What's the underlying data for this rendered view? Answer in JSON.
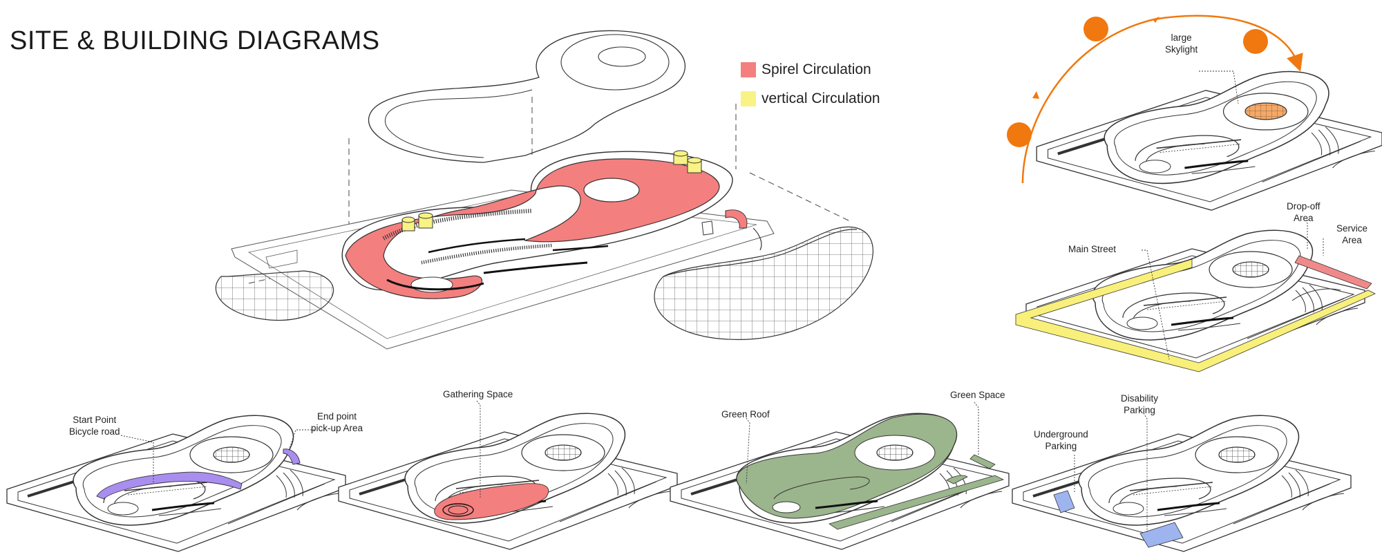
{
  "title": "SITE & BUILDING DIAGRAMS",
  "legend": [
    {
      "label": "Spirel Circulation",
      "color": "#f47f7f"
    },
    {
      "label": "vertical Circulation",
      "color": "#f8f384"
    }
  ],
  "colors": {
    "spiral": "#f47f7f",
    "vertical": "#f8f384",
    "sun": "#f0780f",
    "skylight": "#f5a866",
    "street": "#f8f07a",
    "service": "#f08a8a",
    "bicycle": "#a98ef0",
    "green": "#9bb58d",
    "parking": "#9db4ef",
    "line": "#333333"
  },
  "labels": {
    "skylight": [
      "large",
      "Skylight"
    ],
    "dropoff": [
      "Drop-off",
      "Area"
    ],
    "service": [
      "Service",
      "Area"
    ],
    "main_street": [
      "Main Street"
    ],
    "start_point": [
      "Start Point",
      "Bicycle road"
    ],
    "end_point": [
      "End point",
      "pick-up Area"
    ],
    "gathering": [
      "Gathering Space"
    ],
    "green_roof": [
      "Green Roof"
    ],
    "green_space": [
      "Green Space"
    ],
    "underground": [
      "Underground",
      "Parking"
    ],
    "disability": [
      "Disability",
      "Parking"
    ]
  }
}
